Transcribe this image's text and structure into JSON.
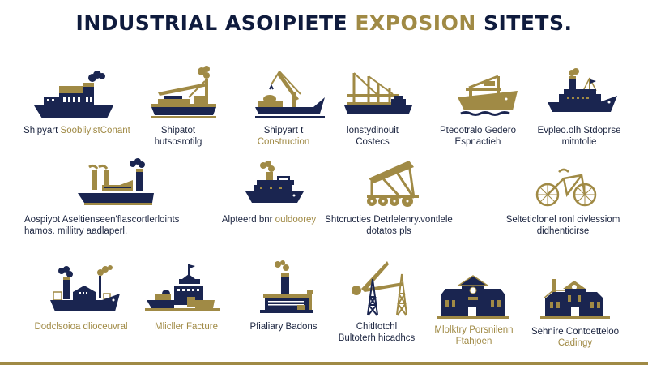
{
  "title": {
    "part1": "INDUSTRIAL ASOIPIETE ",
    "part2": "EXPOSION",
    "part3": " SITETS."
  },
  "colors": {
    "navy": "#1a2550",
    "gold": "#a08a45",
    "background": "#ffffff"
  },
  "rows": [
    {
      "items": [
        {
          "icon": "steamship-icon",
          "line1a": "Shipyart ",
          "line1b": "SoobliyistConant",
          "line2": ""
        },
        {
          "icon": "crane-ship-icon",
          "line1a": "Shipatot",
          "line1b": "",
          "line2": "hutsosrotilg"
        },
        {
          "icon": "construction-crane-ship-icon",
          "line1a": "Shipyart t",
          "line1b": "",
          "line2": "Construction"
        },
        {
          "icon": "container-port-icon",
          "line1a": "lonstydinouit",
          "line1b": "",
          "line2": "Costecs"
        },
        {
          "icon": "cargo-ship-icon",
          "line1a": "Pteootralo Gedero",
          "line1b": "",
          "line2": "Espnactieh"
        },
        {
          "icon": "passenger-ship-icon",
          "line1a": "Evpleo.olh Stdoprse",
          "line1b": "",
          "line2": "mitntolie"
        }
      ]
    },
    {
      "items": [
        {
          "icon": "factory-ship-icon",
          "line1a": "Aospiyot Aseltienseen'flascortlerloints",
          "line1b": "",
          "line2": "hamos. millitry aadlaperl."
        },
        {
          "icon": "steamboat-icon",
          "line1a": "Alpteerd bnr ",
          "line1b": "ouldoorey",
          "line2": ""
        },
        {
          "icon": "heavy-lift-machine-icon",
          "line1a": "Shtcructies Detrlelenry.vontlele",
          "line1b": "",
          "line2": "dotatos pls"
        },
        {
          "icon": "bicycle-icon",
          "line1a": "Selteticlonel ronl civlessiom",
          "line1b": "",
          "line2": "didhenticirse"
        }
      ]
    },
    {
      "items": [
        {
          "icon": "industrial-ship-icon",
          "line1a": "Dodclsoioa dlioceuvral",
          "line1b": "",
          "line2": ""
        },
        {
          "icon": "military-vessel-icon",
          "line1a": "Mlicller Facture",
          "line1b": "",
          "line2": ""
        },
        {
          "icon": "factory-building-icon",
          "line1a": "Pfialiary Badons",
          "line1b": "",
          "line2": ""
        },
        {
          "icon": "drilling-rig-icon",
          "line1a": "Chitltotchl",
          "line1b": "",
          "line2": "Bultoterh hicadhcs"
        },
        {
          "icon": "school-building-icon",
          "line1a": "Mlolktry Porsnilenn",
          "line1b": "",
          "line2": "Ftahjoen"
        },
        {
          "icon": "house-building-icon",
          "line1a": "Sehnire Contoetteloo",
          "line1b": "",
          "line2": "Cadingy"
        }
      ]
    }
  ]
}
